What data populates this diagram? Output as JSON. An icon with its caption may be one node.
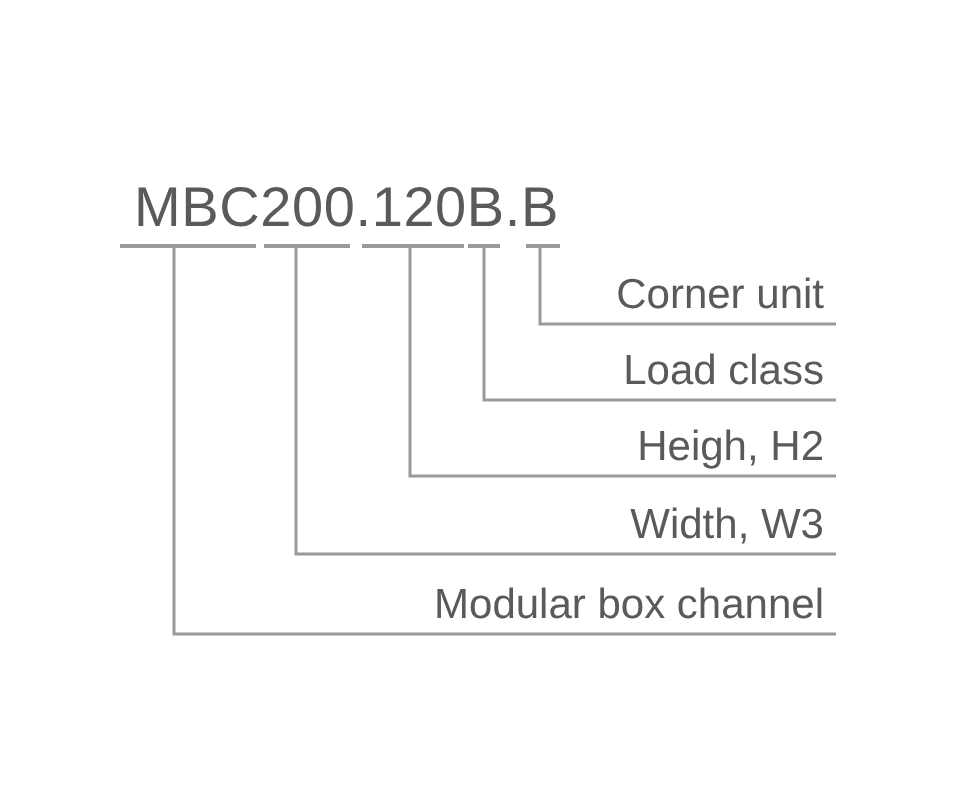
{
  "diagram": {
    "nodes": [
      {
        "text": [
          "MBC200.120B.B"
        ]
      },
      {
        "text": [],
        "shape": "line"
      },
      {
        "text": [],
        "shape": "line"
      },
      {
        "text": [],
        "shape": "line"
      },
      {
        "text": [],
        "shape": "line"
      },
      {
        "text": [],
        "shape": "line"
      },
      {
        "text": [
          "Corner unit"
        ]
      },
      {
        "text": [
          "Load class"
        ]
      },
      {
        "text": [
          "Heigh, H2"
        ]
      },
      {
        "text": [
          "Width, W3"
        ]
      },
      {
        "text": [
          "Modular box channel"
        ]
      }
    ],
    "edges": [
      {
        "from": 6,
        "to": 5,
        "arrow": "none"
      },
      {
        "from": 7,
        "to": 4,
        "arrow": "none"
      },
      {
        "from": 8,
        "to": 3,
        "arrow": "none"
      },
      {
        "from": 9,
        "to": 2,
        "arrow": "none"
      },
      {
        "from": 10,
        "to": 1,
        "arrow": "none"
      }
    ]
  }
}
